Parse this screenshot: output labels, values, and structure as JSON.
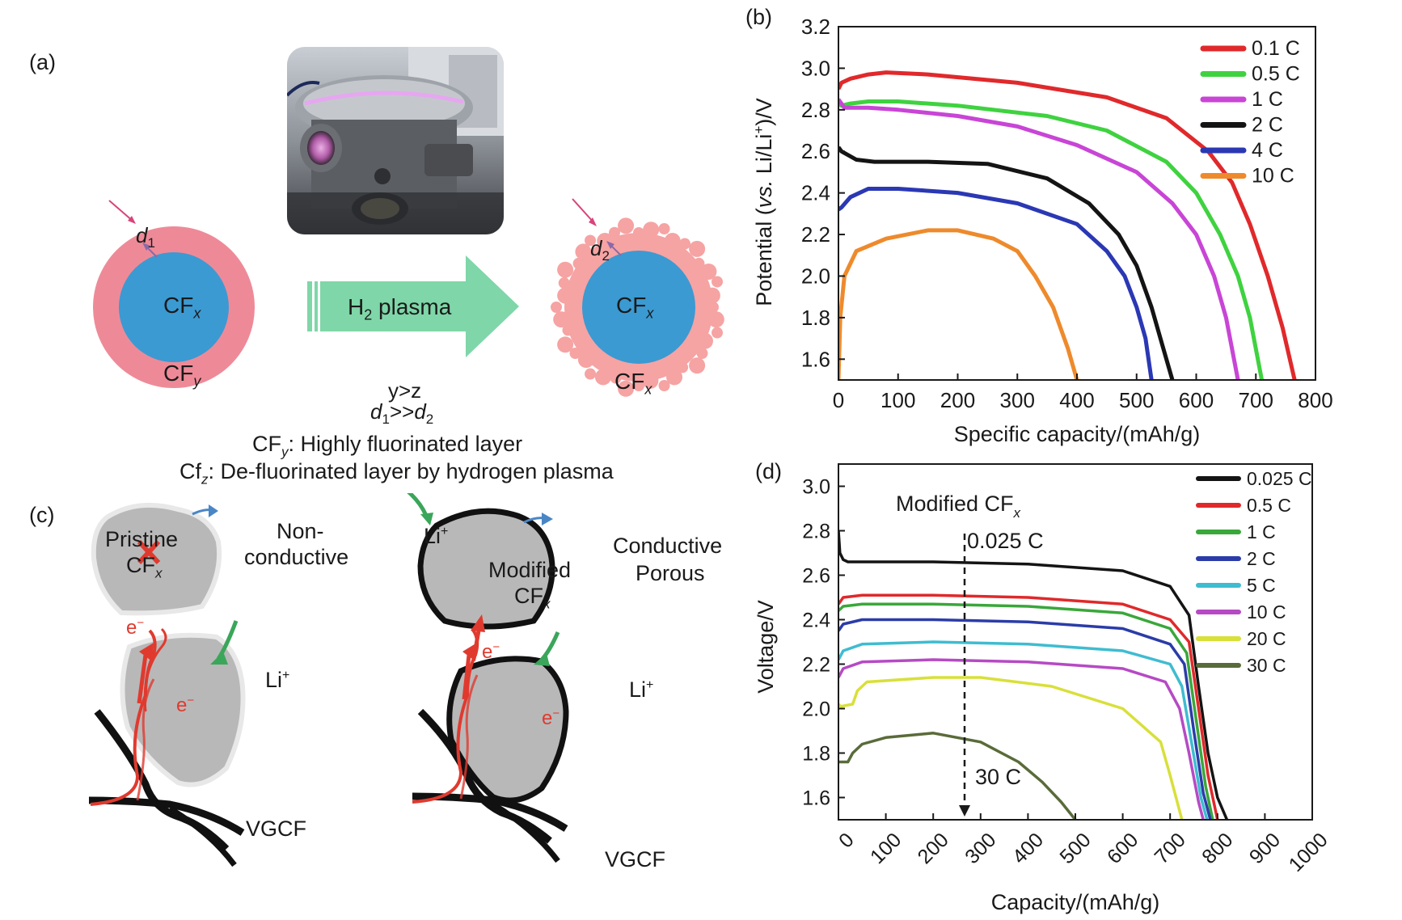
{
  "panel_labels": {
    "a": "(a)",
    "b": "(b)",
    "c": "(c)",
    "d": "(d)"
  },
  "panel_a": {
    "left_particle": {
      "core": "CF",
      "core_sub": "x",
      "shell": "CF",
      "shell_sub": "y",
      "thickness": "d",
      "thickness_sub": "1"
    },
    "arrow": {
      "label_main": "H",
      "label_sub": "2",
      "label_rest": " plasma"
    },
    "right_particle": {
      "core": "CF",
      "core_sub": "x",
      "shell": "CF",
      "shell_sub": "x",
      "thickness": "d",
      "thickness_sub": "2"
    },
    "condition_1": "y>z",
    "condition_2_a": "d",
    "condition_2_a_sub": "1",
    "condition_2_mid": ">>",
    "condition_2_b": "d",
    "condition_2_b_sub": "2",
    "legend_1_prefix": "CF",
    "legend_1_sub": "y",
    "legend_1_text": ": Highly fluorinated layer",
    "legend_2_prefix": "Cf",
    "legend_2_sub": "z",
    "legend_2_text": ": De-fluorinated layer by hydrogen plasma"
  },
  "panel_c": {
    "left": {
      "particle_label_1": "Pristine",
      "particle_label_2": "CF",
      "particle_label_sub": "x",
      "property_1": "Non-",
      "property_2": "conductive",
      "electron_1": "e",
      "electron_2": "e",
      "electron_sup": "−",
      "li": "Li",
      "li_sup": "+",
      "fiber": "VGCF"
    },
    "right": {
      "particle_label_1": "Modified",
      "particle_label_2": "CF",
      "particle_label_sub": "x",
      "property_1": "Conductive",
      "property_2": "Porous",
      "electron_1": "e",
      "electron_2": "e",
      "electron_sup": "−",
      "li_1": "Li",
      "li_2": "Li",
      "li_sup": "+",
      "fiber": "VGCF"
    }
  },
  "colors": {
    "shell_pink": "#ee8a98",
    "core_blue": "#3b9ad2",
    "arrow_green": "#7fd6a8",
    "particle_gray": "#b8b8b8",
    "electron_red": "#e03a2f",
    "li_green": "#3aa65a"
  },
  "chart_data": [
    {
      "panel": "b",
      "type": "line",
      "xlabel": "Specific capacity/(mAh/g)",
      "ylabel_parts": [
        "Potential (",
        "vs.",
        " Li/Li",
        "+",
        ")/V"
      ],
      "xlim": [
        0,
        800
      ],
      "ylim": [
        1.5,
        3.2
      ],
      "xticks": [
        0,
        100,
        200,
        300,
        400,
        500,
        600,
        700,
        800
      ],
      "yticks": [
        1.6,
        1.8,
        2.0,
        2.2,
        2.4,
        2.6,
        2.8,
        3.0,
        3.2
      ],
      "legend_position": "top-right",
      "series": [
        {
          "name": "0.1 C",
          "color": "#e0292b",
          "x": [
            0,
            5,
            20,
            50,
            80,
            150,
            300,
            450,
            550,
            620,
            660,
            690,
            720,
            745,
            765
          ],
          "y": [
            2.9,
            2.93,
            2.95,
            2.97,
            2.98,
            2.97,
            2.93,
            2.86,
            2.76,
            2.6,
            2.45,
            2.25,
            2.0,
            1.75,
            1.5
          ]
        },
        {
          "name": "0.5 C",
          "color": "#3fd240",
          "x": [
            0,
            5,
            20,
            50,
            100,
            200,
            350,
            450,
            550,
            600,
            640,
            670,
            690,
            710
          ],
          "y": [
            2.83,
            2.82,
            2.83,
            2.84,
            2.84,
            2.82,
            2.77,
            2.7,
            2.55,
            2.4,
            2.2,
            2.0,
            1.8,
            1.5
          ]
        },
        {
          "name": "1 C",
          "color": "#c845d6",
          "x": [
            0,
            10,
            50,
            100,
            200,
            300,
            400,
            500,
            560,
            600,
            630,
            650,
            670
          ],
          "y": [
            2.85,
            2.81,
            2.81,
            2.8,
            2.77,
            2.72,
            2.63,
            2.5,
            2.35,
            2.2,
            2.0,
            1.8,
            1.5
          ]
        },
        {
          "name": "2 C",
          "color": "#141414",
          "x": [
            0,
            5,
            30,
            60,
            150,
            250,
            350,
            420,
            470,
            500,
            525,
            545,
            560
          ],
          "y": [
            2.62,
            2.6,
            2.56,
            2.55,
            2.55,
            2.54,
            2.47,
            2.35,
            2.2,
            2.05,
            1.85,
            1.65,
            1.5
          ]
        },
        {
          "name": "4 C",
          "color": "#2b38b4",
          "x": [
            0,
            5,
            20,
            50,
            100,
            200,
            300,
            400,
            450,
            480,
            500,
            515,
            525
          ],
          "y": [
            2.32,
            2.33,
            2.38,
            2.42,
            2.42,
            2.4,
            2.35,
            2.25,
            2.12,
            2.0,
            1.85,
            1.7,
            1.5
          ]
        },
        {
          "name": "10 C",
          "color": "#ee8a2c",
          "x": [
            0,
            3,
            10,
            30,
            80,
            150,
            200,
            260,
            300,
            330,
            360,
            385,
            400
          ],
          "y": [
            1.5,
            1.8,
            2.0,
            2.12,
            2.18,
            2.22,
            2.22,
            2.18,
            2.12,
            2.0,
            1.85,
            1.65,
            1.5
          ]
        }
      ]
    },
    {
      "panel": "d",
      "type": "line",
      "xlabel": "Capacity/(mAh/g)",
      "ylabel": "Voltage/V",
      "xlim": [
        0,
        1000
      ],
      "ylim": [
        1.5,
        3.1
      ],
      "xticks": [
        0,
        100,
        200,
        300,
        400,
        500,
        600,
        700,
        800,
        900,
        1000
      ],
      "yticks": [
        1.6,
        1.8,
        2.0,
        2.2,
        2.4,
        2.6,
        2.8,
        3.0
      ],
      "legend_position": "top-right",
      "annotation_title": "Modified CF",
      "annotation_title_sub": "x",
      "annotation_top": "0.025 C",
      "annotation_bottom": "30 C",
      "series": [
        {
          "name": "0.025 C",
          "color": "#141414",
          "x": [
            0,
            3,
            10,
            20,
            50,
            200,
            400,
            600,
            700,
            740,
            760,
            780,
            800,
            820
          ],
          "y": [
            2.8,
            2.7,
            2.67,
            2.66,
            2.66,
            2.66,
            2.65,
            2.62,
            2.55,
            2.42,
            2.1,
            1.8,
            1.6,
            1.5
          ]
        },
        {
          "name": "0.5 C",
          "color": "#e0292b",
          "x": [
            0,
            10,
            50,
            200,
            400,
            600,
            700,
            740,
            760,
            780,
            800
          ],
          "y": [
            2.47,
            2.5,
            2.51,
            2.51,
            2.5,
            2.47,
            2.4,
            2.3,
            2.0,
            1.7,
            1.5
          ]
        },
        {
          "name": "1 C",
          "color": "#3aa73a",
          "x": [
            0,
            10,
            50,
            200,
            400,
            600,
            700,
            735,
            755,
            775,
            790
          ],
          "y": [
            2.44,
            2.46,
            2.47,
            2.47,
            2.46,
            2.43,
            2.36,
            2.25,
            1.95,
            1.65,
            1.5
          ]
        },
        {
          "name": "2 C",
          "color": "#2b3ca8",
          "x": [
            0,
            10,
            50,
            200,
            400,
            600,
            700,
            730,
            750,
            770,
            785
          ],
          "y": [
            2.35,
            2.38,
            2.4,
            2.4,
            2.39,
            2.36,
            2.29,
            2.2,
            1.9,
            1.62,
            1.5
          ]
        },
        {
          "name": "5 C",
          "color": "#3fbcd0",
          "x": [
            0,
            10,
            50,
            200,
            400,
            600,
            700,
            725,
            745,
            765,
            778
          ],
          "y": [
            2.22,
            2.26,
            2.29,
            2.3,
            2.29,
            2.26,
            2.2,
            2.1,
            1.85,
            1.6,
            1.5
          ]
        },
        {
          "name": "10 C",
          "color": "#b64ac4",
          "x": [
            0,
            10,
            50,
            200,
            400,
            600,
            690,
            720,
            740,
            760,
            770
          ],
          "y": [
            2.14,
            2.18,
            2.21,
            2.22,
            2.21,
            2.18,
            2.12,
            2.0,
            1.8,
            1.58,
            1.5
          ]
        },
        {
          "name": "20 C",
          "color": "#d8e03a",
          "x": [
            0,
            5,
            30,
            40,
            60,
            200,
            300,
            450,
            600,
            680,
            700,
            715,
            725
          ],
          "y": [
            2.02,
            2.01,
            2.02,
            2.08,
            2.12,
            2.14,
            2.14,
            2.1,
            2.0,
            1.85,
            1.7,
            1.58,
            1.5
          ]
        },
        {
          "name": "30 C",
          "color": "#5a6b3a",
          "x": [
            0,
            20,
            30,
            50,
            100,
            200,
            300,
            380,
            430,
            470,
            500
          ],
          "y": [
            1.76,
            1.76,
            1.8,
            1.84,
            1.87,
            1.89,
            1.85,
            1.76,
            1.67,
            1.58,
            1.5
          ]
        }
      ]
    }
  ]
}
